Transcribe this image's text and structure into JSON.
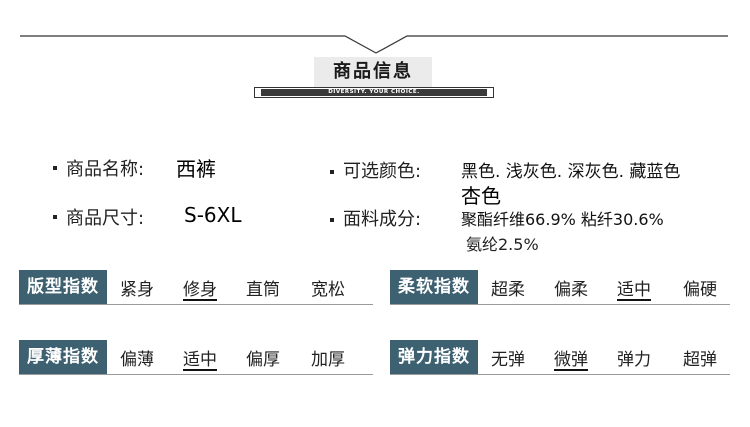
{
  "header": {
    "title": "商品信息",
    "subtitle": "DIVERSITY. YOUR CHOICE."
  },
  "info": {
    "name_label": "▪ 商品名称:",
    "name_value": "西裤",
    "size_label": "▪ 商品尺寸:",
    "size_value": "S-6XL",
    "colors_label": "▪ 可选颜色:",
    "colors_value": "黑色. 浅灰色. 深灰色. 藏蓝色",
    "colors_extra": "杏色",
    "fabric_label": "▪ 面料成分:",
    "fabric_value": "聚酯纤维66.9% 粘纤30.6%",
    "fabric_value_2": "氨纶2.5%"
  },
  "indices": {
    "fit": {
      "label": "版型指数",
      "options": [
        "紧身",
        "修身",
        "直筒",
        "宽松"
      ],
      "selected": "修身"
    },
    "softness": {
      "label": "柔软指数",
      "options": [
        "超柔",
        "偏柔",
        "适中",
        "偏硬"
      ],
      "selected": "适中"
    },
    "thickness": {
      "label": "厚薄指数",
      "options": [
        "偏薄",
        "适中",
        "偏厚",
        "加厚"
      ],
      "selected": "适中"
    },
    "elasticity": {
      "label": "弹力指数",
      "options": [
        "无弹",
        "微弹",
        "弹力",
        "超弹"
      ],
      "selected": "微弹"
    }
  }
}
